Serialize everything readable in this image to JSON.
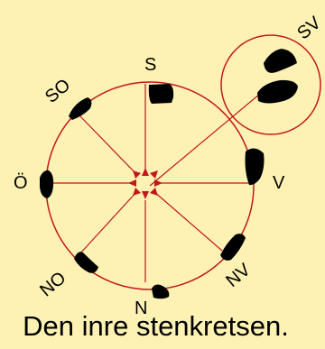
{
  "diagram": {
    "caption": "Den inre stenkretsen.",
    "labels": {
      "S": "S",
      "SO": "SO",
      "O": "Ö",
      "NO": "NO",
      "N": "N",
      "NV": "NV",
      "V": "V",
      "SV": "SV"
    },
    "colors": {
      "background": "#fdf2b3",
      "lines": "#c4161c",
      "stones": "#000000"
    }
  }
}
